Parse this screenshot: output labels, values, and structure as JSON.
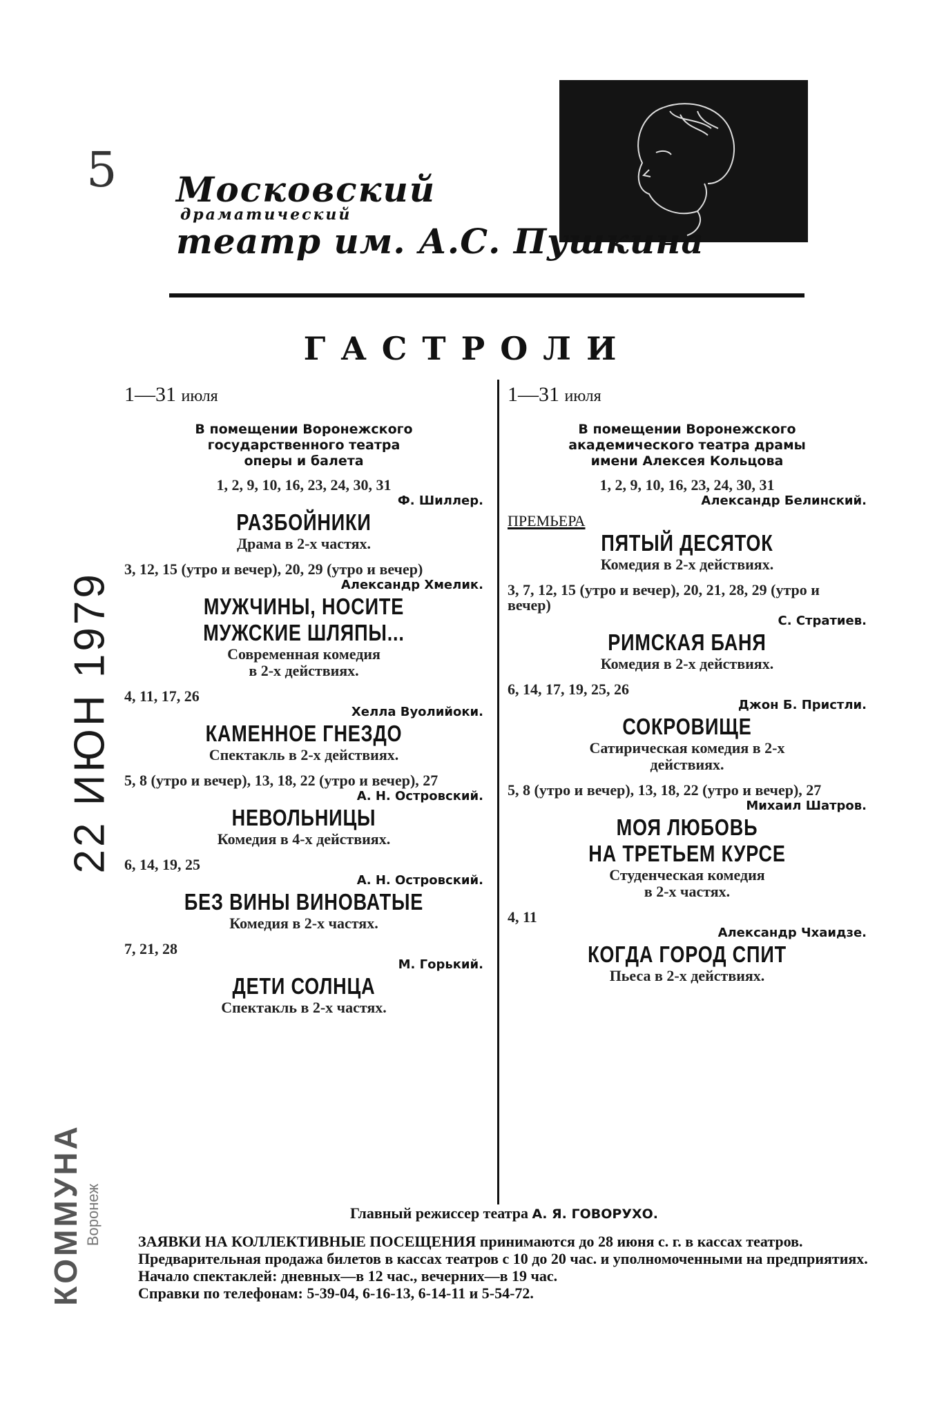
{
  "handwritten_mark": "5",
  "logo": {
    "line1": "Московский",
    "line2": "драматический",
    "line3": "театр им. А.С. Пушкина"
  },
  "headline": "ГАСТРОЛИ",
  "stamp_date": "22 ИЮН 1979",
  "newspaper_stamp": {
    "name": "КОММУНА",
    "city": "Воронеж"
  },
  "left_column": {
    "date_range": "1—31",
    "month": "июля",
    "venue": [
      "В помещении Воронежского",
      "государственного театра",
      "оперы и балета"
    ],
    "plays": [
      {
        "days": "1, 2, 9, 10, 16, 23, 24, 30, 31",
        "author": "Ф. Шиллер.",
        "title": [
          "РАЗБОЙНИКИ"
        ],
        "genre": [
          "Драма в 2-х частях."
        ]
      },
      {
        "days": "3, 12, 15 (утро и вечер), 20, 29 (утро и вечер)",
        "author": "Александр Хмелик.",
        "title": [
          "МУЖЧИНЫ, НОСИТЕ",
          "МУЖСКИЕ ШЛЯПЫ..."
        ],
        "genre": [
          "Современная комедия",
          "в 2-х действиях."
        ]
      },
      {
        "days": "4, 11, 17, 26",
        "author": "Хелла Вуолийоки.",
        "title": [
          "КАМЕННОЕ ГНЕЗДО"
        ],
        "genre": [
          "Спектакль в 2-х действиях."
        ]
      },
      {
        "days": "5, 8 (утро и вечер), 13, 18, 22 (утро и вечер), 27",
        "author": "А. Н. Островский.",
        "title": [
          "НЕВОЛЬНИЦЫ"
        ],
        "genre": [
          "Комедия в 4-х действиях."
        ]
      },
      {
        "days": "6, 14, 19, 25",
        "author": "А. Н. Островский.",
        "title": [
          "БЕЗ ВИНЫ ВИНОВАТЫЕ"
        ],
        "genre": [
          "Комедия в 2-х частях."
        ]
      },
      {
        "days": "7, 21, 28",
        "author": "М. Горький.",
        "title": [
          "ДЕТИ СОЛНЦА"
        ],
        "genre": [
          "Спектакль в 2-х частях."
        ]
      }
    ]
  },
  "right_column": {
    "date_range": "1—31",
    "month": "июля",
    "venue": [
      "В помещении Воронежского",
      "академического театра драмы",
      "имени Алексея Кольцова"
    ],
    "premiere_label": "ПРЕМЬЕРА",
    "plays": [
      {
        "days": "1, 2, 9, 10, 16, 23, 24, 30, 31",
        "author": "Александр Белинский.",
        "title": [
          "ПЯТЫЙ ДЕСЯТОК"
        ],
        "genre": [
          "Комедия в 2-х действиях."
        ]
      },
      {
        "days": "3, 7, 12, 15 (утро и вечер), 20, 21, 28, 29 (утро и вечер)",
        "author": "С. Стратиев.",
        "title": [
          "РИМСКАЯ БАНЯ"
        ],
        "genre": [
          "Комедия в 2-х действиях."
        ]
      },
      {
        "days": "6, 14, 17, 19, 25, 26",
        "author": "Джон Б. Пристли.",
        "title": [
          "СОКРОВИЩЕ"
        ],
        "genre": [
          "Сатирическая комедия в 2-х",
          "действиях."
        ]
      },
      {
        "days": "5, 8 (утро и вечер), 13, 18, 22 (утро и вечер), 27",
        "author": "Михаил Шатров.",
        "title": [
          "МОЯ ЛЮБОВЬ",
          "НА ТРЕТЬЕМ КУРСЕ"
        ],
        "genre": [
          "Студенческая комедия",
          "в 2-х частях."
        ]
      },
      {
        "days": "4, 11",
        "author": "Александр Чхаидзе.",
        "title": [
          "КОГДА ГОРОД СПИТ"
        ],
        "genre": [
          "Пьеса в 2-х действиях."
        ]
      }
    ]
  },
  "footer": {
    "director_label": "Главный режиссер театра",
    "director_name": "А. Я. ГОВОРУХО.",
    "lines": [
      "ЗАЯВКИ НА КОЛЛЕКТИВНЫЕ ПОСЕЩЕНИЯ принимаются до 28 июня с. г. в кассах театров.",
      "Предварительная продажа билетов в кассах театров с 10 до 20 час. и уполномоченными на предприятиях.",
      "Начало спектаклей: дневных—в 12 час., вечерних—в 19 час.",
      "Справки по телефонам: 5-39-04, 6-16-13, 6-14-11 и 5-54-72."
    ]
  }
}
